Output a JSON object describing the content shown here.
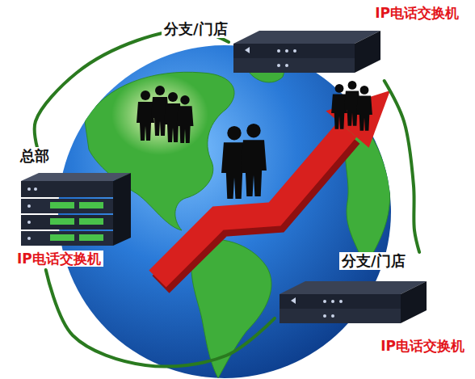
{
  "diagram": {
    "nodes": [
      {
        "text": [
          "总部",
          "IP电话交换机"
        ]
      },
      {
        "text": [
          "IP电话交换机"
        ]
      },
      {
        "text": [
          "分支/门店",
          "IP电话交换机"
        ]
      }
    ],
    "edges": [
      {
        "from": 0,
        "to": 1,
        "arrow": "none",
        "label": "分支/门店"
      },
      {
        "from": 1,
        "to": 2,
        "arrow": "none"
      },
      {
        "from": 2,
        "to": 0,
        "arrow": "none"
      }
    ]
  }
}
